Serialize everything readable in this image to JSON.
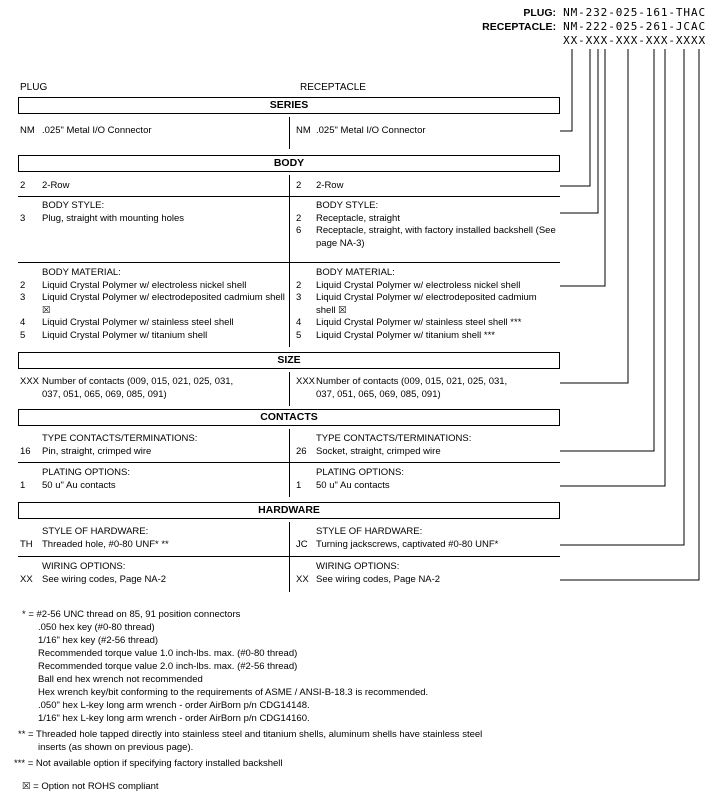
{
  "part_numbers": {
    "plug_label": "PLUG:",
    "plug": "NM-232-025-161-THAC",
    "receptacle_label": "RECEPTACLE:",
    "receptacle": "NM-222-025-261-JCAC",
    "template": "XX-XXX-XXX-XXX-XXXX"
  },
  "column_headers": {
    "plug": "PLUG",
    "receptacle": "RECEPTACLE"
  },
  "series": {
    "title": "SERIES",
    "plug_code": "NM",
    "plug_desc": ".025\" Metal I/O Connector",
    "recep_code": "NM",
    "recep_desc": ".025\" Metal I/O Connector"
  },
  "body": {
    "title": "BODY",
    "rows": {
      "plug_code": "2",
      "plug_desc": "2-Row",
      "recep_code": "2",
      "recep_desc": "2-Row"
    },
    "style": {
      "plug_label": "BODY STYLE:",
      "recep_label": "BODY STYLE:",
      "plug_items": [
        {
          "code": "3",
          "desc": "Plug, straight with mounting holes"
        }
      ],
      "recep_items": [
        {
          "code": "2",
          "desc": "Receptacle, straight"
        },
        {
          "code": "6",
          "desc": "Receptacle, straight, with factory installed backshell (See page NA-3)"
        }
      ]
    },
    "material": {
      "plug_label": "BODY MATERIAL:",
      "recep_label": "BODY MATERIAL:",
      "plug_items": [
        {
          "code": "2",
          "desc": "Liquid Crystal Polymer w/ electroless nickel shell"
        },
        {
          "code": "3",
          "desc": "Liquid Crystal Polymer w/ electrodeposited cadmium shell ☒"
        },
        {
          "code": "4",
          "desc": "Liquid Crystal Polymer w/ stainless steel shell"
        },
        {
          "code": "5",
          "desc": "Liquid Crystal Polymer w/ titanium shell"
        }
      ],
      "recep_items": [
        {
          "code": "2",
          "desc": "Liquid Crystal Polymer w/ electroless nickel shell"
        },
        {
          "code": "3",
          "desc": "Liquid Crystal Polymer w/ electrodeposited cadmium shell ☒"
        },
        {
          "code": "4",
          "desc": "Liquid Crystal Polymer w/ stainless steel shell ***"
        },
        {
          "code": "5",
          "desc": "Liquid Crystal Polymer w/ titanium shell ***"
        }
      ]
    }
  },
  "size": {
    "title": "SIZE",
    "plug_code": "XXX",
    "plug_desc": "Number of contacts (009, 015, 021, 025, 031, 037, 051, 065, 069, 085, 091)",
    "recep_code": "XXX",
    "recep_desc": "Number of contacts (009, 015, 021, 025, 031, 037, 051, 065, 069, 085, 091)"
  },
  "contacts": {
    "title": "CONTACTS",
    "type": {
      "plug_label": "TYPE CONTACTS/TERMINATIONS:",
      "recep_label": "TYPE CONTACTS/TERMINATIONS:",
      "plug_code": "16",
      "plug_desc": "Pin, straight, crimped wire",
      "recep_code": "26",
      "recep_desc": "Socket, straight, crimped wire"
    },
    "plating": {
      "plug_label": "PLATING OPTIONS:",
      "recep_label": "PLATING OPTIONS:",
      "plug_code": "1",
      "plug_desc": "50 u\" Au contacts",
      "recep_code": "1",
      "recep_desc": "50 u\" Au contacts"
    }
  },
  "hardware": {
    "title": "HARDWARE",
    "style": {
      "plug_label": "STYLE OF HARDWARE:",
      "recep_label": "STYLE OF HARDWARE:",
      "plug_code": "TH",
      "plug_desc": "Threaded hole, #0-80 UNF* **",
      "recep_code": "JC",
      "recep_desc": "Turning jackscrews, captivated #0-80 UNF*"
    },
    "wiring": {
      "plug_label": "WIRING OPTIONS:",
      "recep_label": "WIRING OPTIONS:",
      "plug_code": "XX",
      "plug_desc": "See wiring codes, Page NA-2",
      "recep_code": "XX",
      "recep_desc": "See wiring codes, Page NA-2"
    }
  },
  "footnotes": [
    "* = #2-56 UNC thread on 85, 91 position connectors",
    ".050 hex key (#0-80 thread)",
    "1/16\" hex key (#2-56 thread)",
    "Recommended torque value 1.0 inch-lbs. max. (#0-80 thread)",
    "Recommended torque value 2.0 inch-lbs. max. (#2-56 thread)",
    "Ball end hex wrench not recommended",
    "Hex wrench key/bit conforming to the requirements of ASME / ANSI-B-18.3 is recommended.",
    ".050\" hex L-key long arm wrench - order AirBorn p/n CDG14148.",
    "1/16\" hex L-key long arm wrench - order AirBorn p/n CDG14160.",
    "** = Threaded hole tapped directly into stainless steel and titanium shells, aluminum shells have stainless steel",
    "inserts (as shown on previous page).",
    "*** = Not available option if specifying factory installed backshell",
    "☒ = Option not ROHS compliant"
  ]
}
